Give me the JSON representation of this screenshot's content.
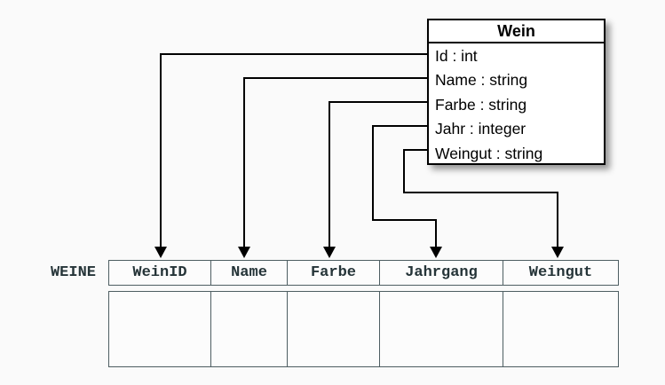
{
  "page": {
    "background_color": "#fafafa"
  },
  "class_box": {
    "title": "Wein",
    "attributes": [
      "Id : int",
      "Name : string",
      "Farbe : string",
      "Jahr : integer",
      "Weingut : string"
    ],
    "border_color": "#000000",
    "fill_color": "#ffffff"
  },
  "table": {
    "name": "WEINE",
    "columns": [
      "WeinID",
      "Name",
      "Farbe",
      "Jahrgang",
      "Weingut"
    ],
    "empty_data_rows": 1,
    "border_color": "#4e5e62",
    "text_color": "#253438"
  },
  "mappings": [
    {
      "from_attribute": "Id",
      "to_column": "WeinID"
    },
    {
      "from_attribute": "Name",
      "to_column": "Name"
    },
    {
      "from_attribute": "Farbe",
      "to_column": "Farbe"
    },
    {
      "from_attribute": "Jahr",
      "to_column": "Jahrgang"
    },
    {
      "from_attribute": "Weingut",
      "to_column": "Weingut"
    }
  ],
  "arrow_color": "#000000"
}
